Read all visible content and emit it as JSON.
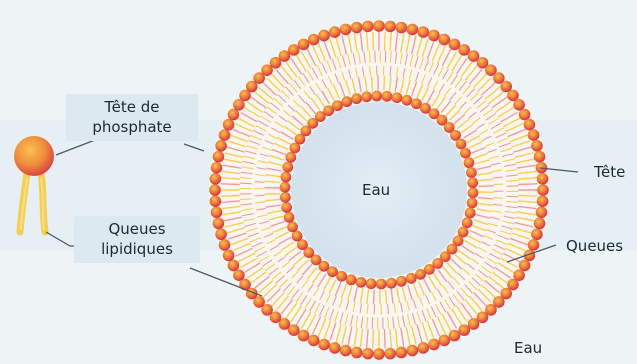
{
  "diagram": {
    "colors": {
      "background": "#eef3f6",
      "water": "#dce8f2",
      "bilayer": "#fbf7f2",
      "head_outer": "#f4a23a",
      "head_core": "#e0374e",
      "tail_yellow": "#f4cf55",
      "tail_pink": "#f19aa7",
      "leader": "#4b5a63"
    },
    "labels": {
      "head_phosphate": "Tête de\nphosphate",
      "lipid_tails": "Queues\nlipidiques",
      "water_inside": "Eau",
      "head_right": "Tête",
      "tails_right": "Queues",
      "water_outside": "Eau"
    }
  }
}
